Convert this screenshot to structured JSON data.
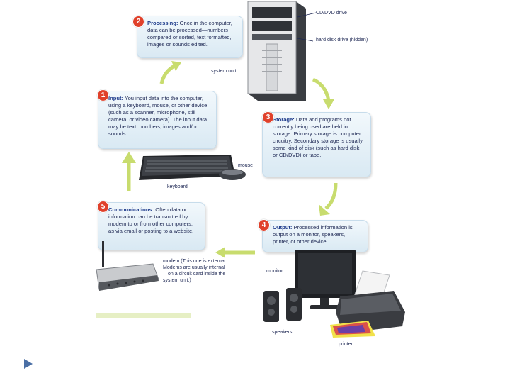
{
  "steps": [
    {
      "number": "2",
      "title": "Processing:",
      "text": "Once in the computer, data can be processed—numbers compared or sorted, text formatted, images or sounds edited."
    },
    {
      "number": "1",
      "title": "Input:",
      "text": "You input data into the computer, using a keyboard, mouse, or other device (such as a scanner, microphone, still camera, or video camera). The input data may be text, numbers, images and/or sounds."
    },
    {
      "number": "3",
      "title": "Storage:",
      "text": "Data and programs not currently being used are held in storage. Primary storage is computer circuitry. Secondary storage is usually some kind of disk (such as hard disk or CD/DVD) or tape."
    },
    {
      "number": "5",
      "title": "Communications:",
      "text": "Often data or information can be transmitted by modem to or from other computers, as via email or posting to a website."
    },
    {
      "number": "4",
      "title": "Output:",
      "text": "Processed information is output on a monitor, speakers, printer, or other device."
    }
  ],
  "labels": {
    "cd_dvd_drive": "CD/DVD drive",
    "hard_disk_drive": "hard disk drive (hidden)",
    "system_unit": "system unit",
    "mouse": "mouse",
    "keyboard": "keyboard",
    "modem": "modem (This one is external. Modems are usually internal—on a circuit card inside the system unit.)",
    "monitor": "monitor",
    "speakers": "speakers",
    "printer": "printer"
  },
  "colors": {
    "badge": "#e0412b",
    "arrow": "#c8dc6e",
    "box_top": "#f2f8fc",
    "box_bottom": "#d9e9f3"
  }
}
